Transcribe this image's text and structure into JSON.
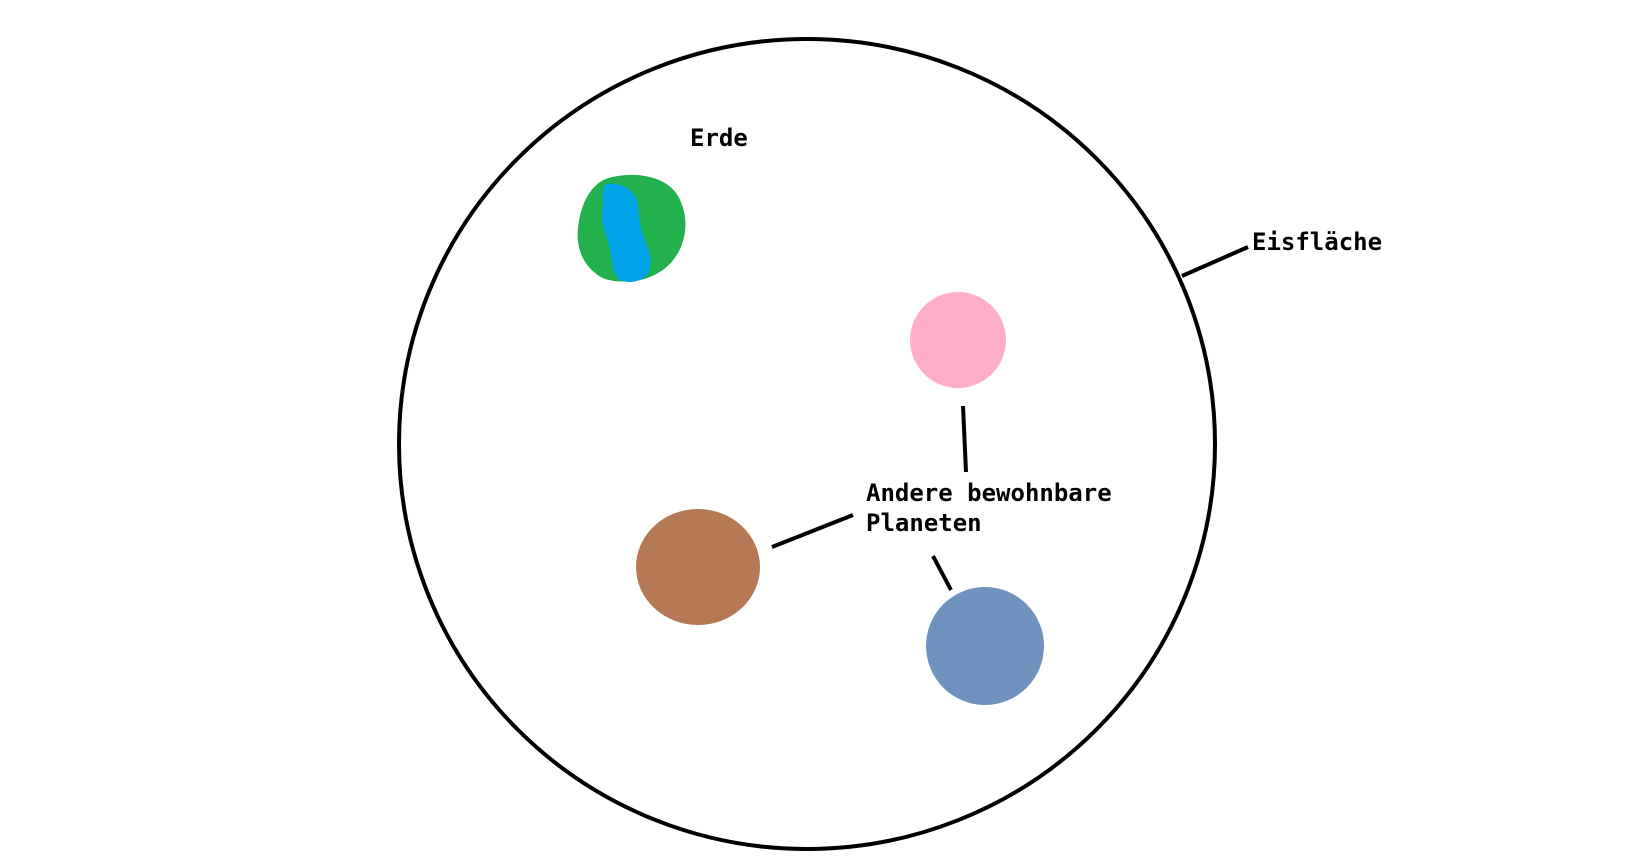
{
  "labels": {
    "erde": "Erde",
    "eisflaeche": "Eisfläche",
    "andere_line1": "Andere bewohnbare",
    "andere_line2": "Planeten"
  },
  "colors": {
    "background": "#ffffff",
    "outline": "#000000",
    "earth_land": "#22b14c",
    "earth_water": "#00a2e8",
    "planet_pink": "#ffaec9",
    "planet_brown": "#b57955",
    "planet_blue": "#7092be"
  },
  "icons": {
    "earth": "earth-planet-icon",
    "pink_planet": "pink-planet-icon",
    "brown_planet": "brown-planet-icon",
    "blue_planet": "blue-planet-icon"
  }
}
